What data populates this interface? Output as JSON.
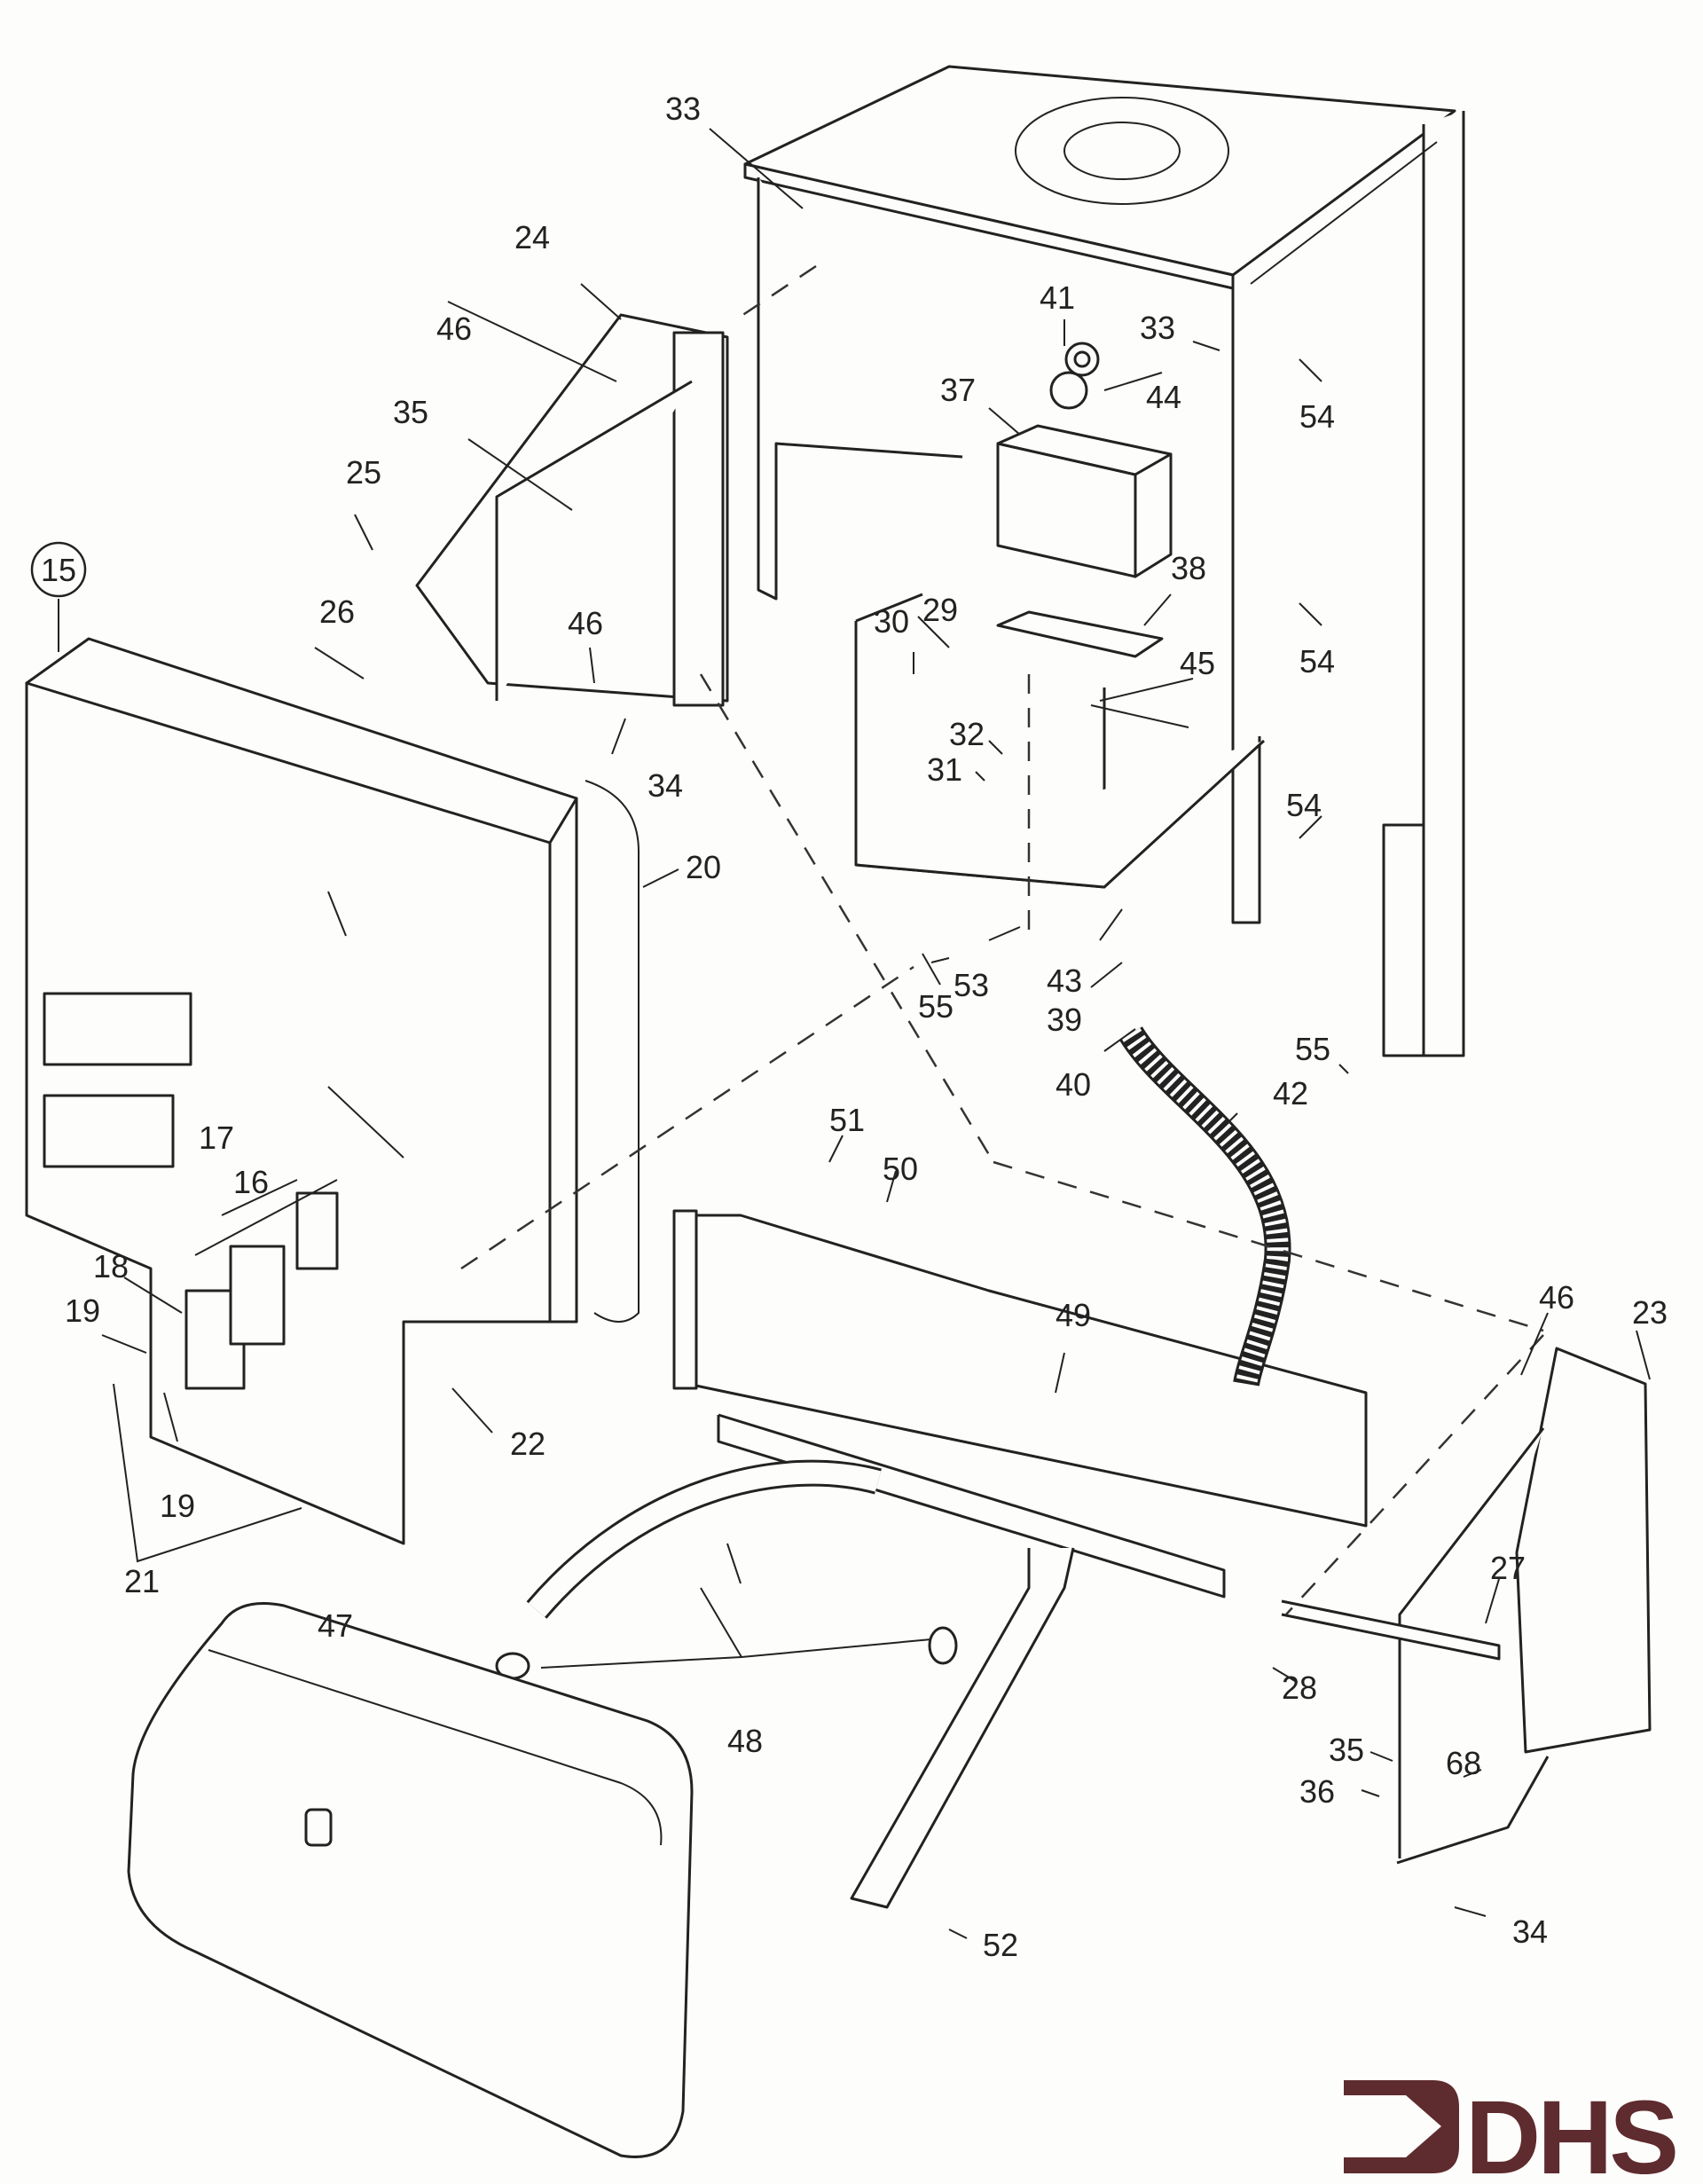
{
  "diagram": {
    "title": "Exploded parts diagram",
    "logo": {
      "text": "DHS",
      "color": "#5e2b2e"
    },
    "callouts": [
      {
        "id": "15",
        "circled": true
      },
      {
        "id": "16"
      },
      {
        "id": "17"
      },
      {
        "id": "18"
      },
      {
        "id": "19"
      },
      {
        "id": "19"
      },
      {
        "id": "20"
      },
      {
        "id": "21"
      },
      {
        "id": "22"
      },
      {
        "id": "23"
      },
      {
        "id": "24"
      },
      {
        "id": "25"
      },
      {
        "id": "26"
      },
      {
        "id": "27"
      },
      {
        "id": "28"
      },
      {
        "id": "29"
      },
      {
        "id": "30"
      },
      {
        "id": "31"
      },
      {
        "id": "32"
      },
      {
        "id": "33"
      },
      {
        "id": "33"
      },
      {
        "id": "34"
      },
      {
        "id": "34"
      },
      {
        "id": "35"
      },
      {
        "id": "35"
      },
      {
        "id": "36"
      },
      {
        "id": "37"
      },
      {
        "id": "38"
      },
      {
        "id": "39"
      },
      {
        "id": "40"
      },
      {
        "id": "41"
      },
      {
        "id": "42"
      },
      {
        "id": "43"
      },
      {
        "id": "44"
      },
      {
        "id": "45"
      },
      {
        "id": "46"
      },
      {
        "id": "46"
      },
      {
        "id": "46"
      },
      {
        "id": "47"
      },
      {
        "id": "48"
      },
      {
        "id": "49"
      },
      {
        "id": "50"
      },
      {
        "id": "51"
      },
      {
        "id": "52"
      },
      {
        "id": "53"
      },
      {
        "id": "54"
      },
      {
        "id": "54"
      },
      {
        "id": "54"
      },
      {
        "id": "55"
      },
      {
        "id": "55"
      },
      {
        "id": "68"
      }
    ]
  }
}
